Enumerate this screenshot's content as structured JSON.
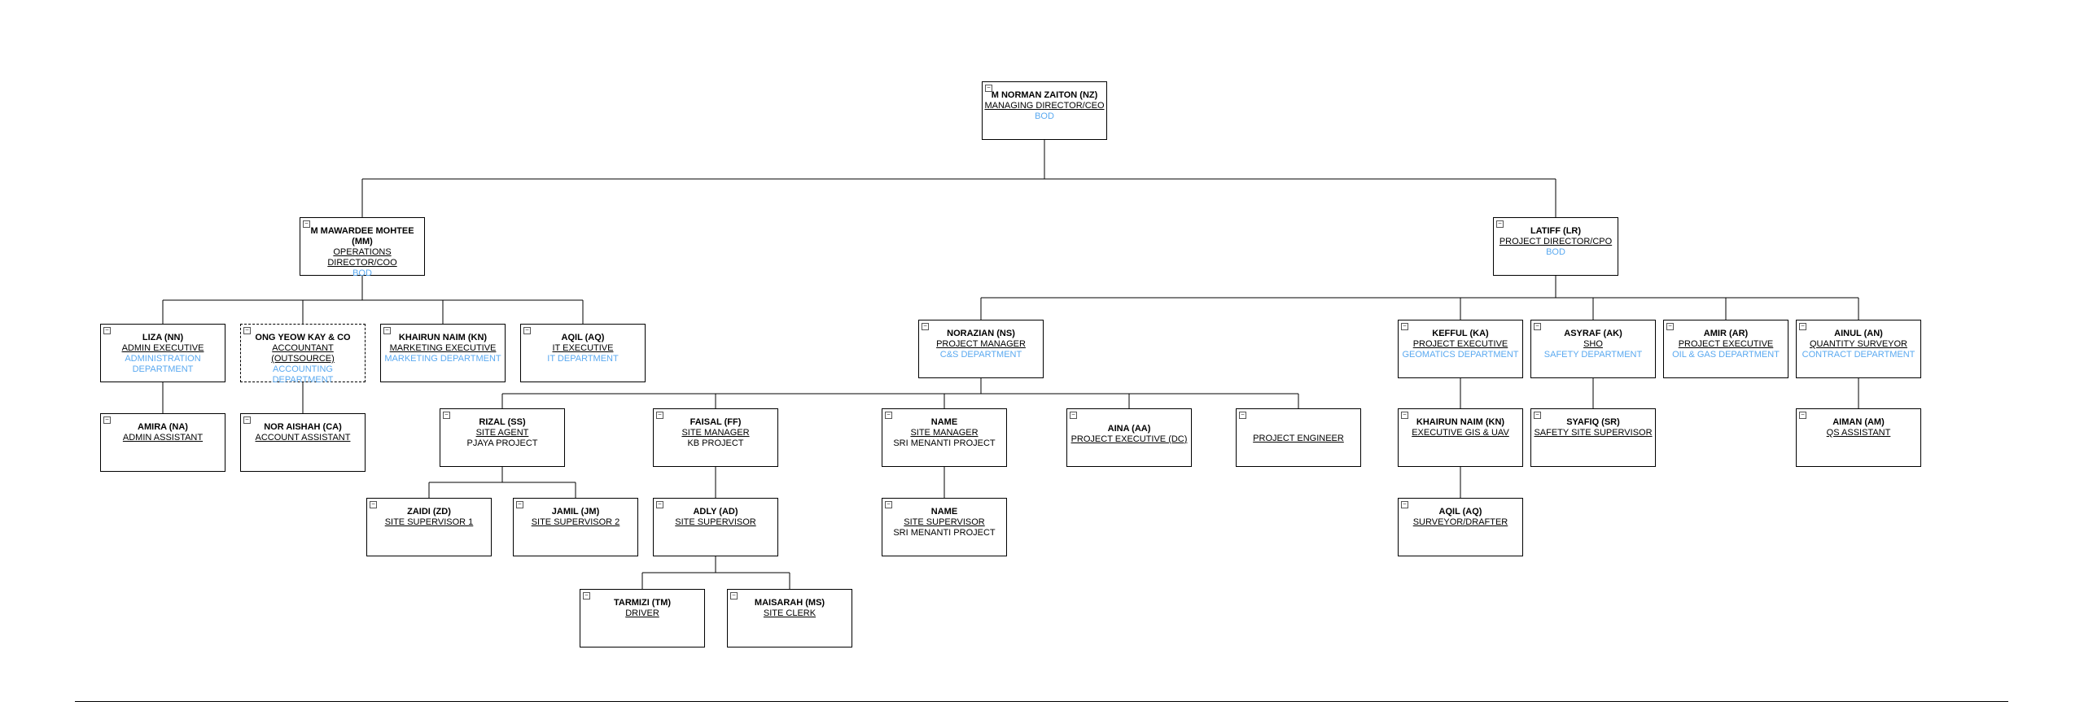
{
  "org_chart": {
    "colors": {
      "border": "#000000",
      "department": "#5aa9f0",
      "background": "#ffffff",
      "line": "#000000"
    },
    "toggle_icon": "minus-box-icon",
    "nodes": [
      {
        "id": "nz",
        "name": "M NORMAN ZAITON (NZ)",
        "role": "MANAGING DIRECTOR/CEO",
        "dept": "BOD",
        "parent": null
      },
      {
        "id": "mm",
        "name": "M MAWARDEE MOHTEE (MM)",
        "role": "OPERATIONS DIRECTOR/COO",
        "dept": "BOD",
        "parent": "nz"
      },
      {
        "id": "lr",
        "name": "LATIFF (LR)",
        "role": "PROJECT DIRECTOR/CPO",
        "dept": "BOD",
        "parent": "nz"
      },
      {
        "id": "na",
        "name": "LIZA (NN)",
        "role": "ADMIN EXECUTIVE",
        "dept": "ADMINISTRATION DEPARTMENT",
        "parent": "mm"
      },
      {
        "id": "oyk",
        "name": "ONG YEOW KAY & CO",
        "role": "ACCOUNTANT (OUTSOURCE)",
        "dept": "ACCOUNTING DEPARTMENT",
        "parent": "mm"
      },
      {
        "id": "kn1",
        "name": "KHAIRUN NAIM (KN)",
        "role": "MARKETING EXECUTIVE",
        "dept": "MARKETING DEPARTMENT",
        "parent": "mm"
      },
      {
        "id": "aq1",
        "name": "AQIL (AQ)",
        "role": "IT EXECUTIVE",
        "dept": "IT DEPARTMENT",
        "parent": "mm"
      },
      {
        "id": "amira",
        "name": "AMIRA (NA)",
        "role": "ADMIN ASSISTANT",
        "parent": "na"
      },
      {
        "id": "ca",
        "name": "NOR AISHAH (CA)",
        "role": "ACCOUNT ASSISTANT",
        "parent": "oyk"
      },
      {
        "id": "ns",
        "name": "NORAZIAN (NS)",
        "role": "PROJECT MANAGER",
        "dept": "C&S DEPARTMENT",
        "parent": "lr"
      },
      {
        "id": "ka",
        "name": "KEFFUL (KA)",
        "role": "PROJECT EXECUTIVE",
        "dept": "GEOMATICS DEPARTMENT",
        "parent": "lr"
      },
      {
        "id": "ak",
        "name": "ASYRAF (AK)",
        "role": "SHO",
        "dept": "SAFETY DEPARTMENT",
        "parent": "lr"
      },
      {
        "id": "ar",
        "name": "AMIR (AR)",
        "role": "PROJECT EXECUTIVE",
        "dept": "OIL & GAS DEPARTMENT",
        "parent": "lr"
      },
      {
        "id": "an",
        "name": "AINUL (AN)",
        "role": "QUANTITY SURVEYOR",
        "dept": "CONTRACT DEPARTMENT",
        "parent": "lr"
      },
      {
        "id": "ss",
        "name": "RIZAL (SS)",
        "role": "SITE AGENT",
        "project": "PJAYA PROJECT",
        "parent": "ns"
      },
      {
        "id": "ff",
        "name": "FAISAL (FF)",
        "role": "SITE MANAGER",
        "project": "KB PROJECT",
        "parent": "ns"
      },
      {
        "id": "nm1",
        "name": "NAME",
        "role": "SITE MANAGER",
        "project": "SRI MENANTI PROJECT",
        "parent": "ns"
      },
      {
        "id": "aa",
        "name": "AINA (AA)",
        "role": "PROJECT EXECUTIVE (DC)",
        "parent": "ns"
      },
      {
        "id": "pe",
        "name": "",
        "role": "PROJECT ENGINEER",
        "parent": "ns"
      },
      {
        "id": "kn2",
        "name": "KHAIRUN NAIM (KN)",
        "role": "EXECUTIVE GIS & UAV",
        "parent": "ka"
      },
      {
        "id": "sr",
        "name": "SYAFIQ (SR)",
        "role": "SAFETY SITE SUPERVISOR",
        "parent": "ak"
      },
      {
        "id": "am",
        "name": "AIMAN (AM)",
        "role": "QS ASSISTANT",
        "parent": "an"
      },
      {
        "id": "zd",
        "name": "ZAIDI (ZD)",
        "role": "SITE SUPERVISOR 1",
        "parent": "ss"
      },
      {
        "id": "jm",
        "name": "JAMIL (JM)",
        "role": "SITE SUPERVISOR 2",
        "parent": "ss"
      },
      {
        "id": "ad",
        "name": "ADLY (AD)",
        "role": "SITE SUPERVISOR",
        "parent": "ff"
      },
      {
        "id": "nm2",
        "name": "NAME",
        "role": "SITE SUPERVISOR",
        "project": "SRI MENANTI PROJECT",
        "parent": "nm1"
      },
      {
        "id": "aq2",
        "name": "AQIL (AQ)",
        "role": "SURVEYOR/DRAFTER",
        "parent": "kn2"
      },
      {
        "id": "tm",
        "name": "TARMIZI (TM)",
        "role": "DRIVER",
        "parent": "ad"
      },
      {
        "id": "ms",
        "name": "MAISARAH (MS)",
        "role": "SITE CLERK",
        "parent": "ad"
      }
    ]
  }
}
